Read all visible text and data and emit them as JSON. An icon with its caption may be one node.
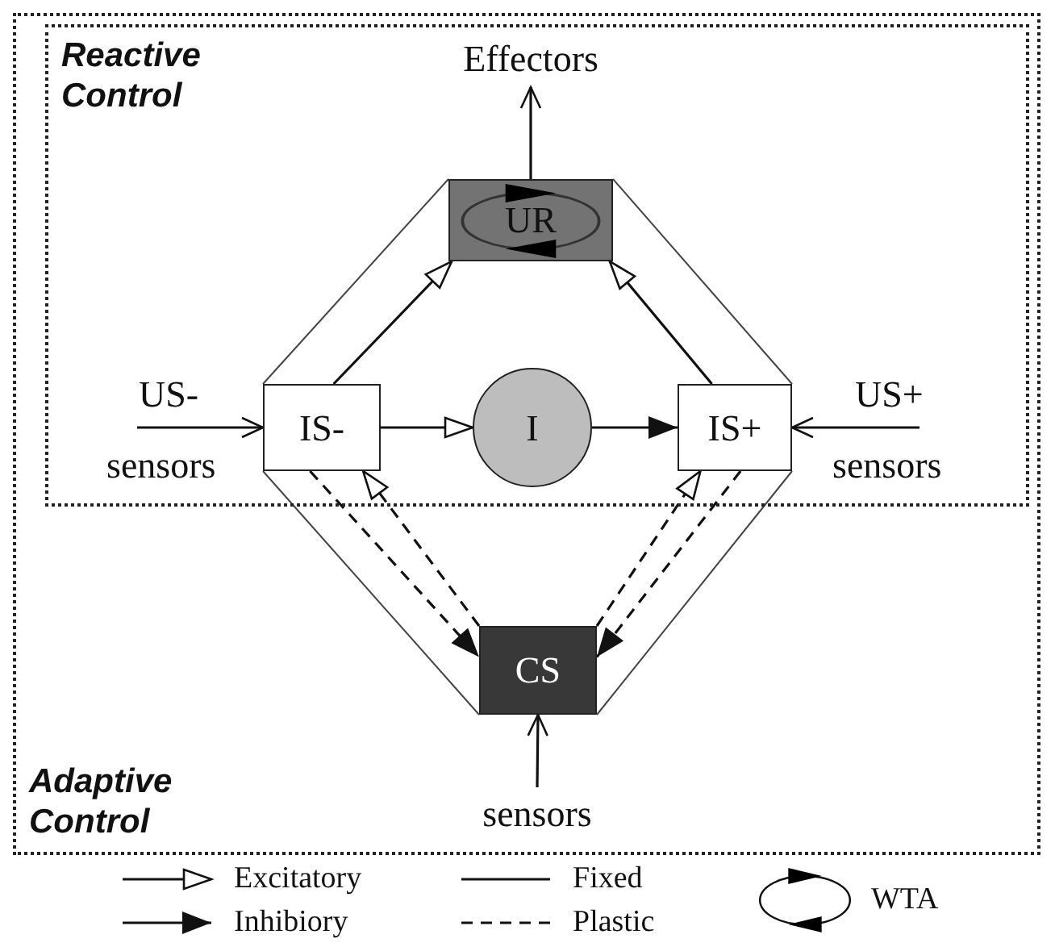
{
  "diagram": {
    "nodes": [
      {
        "text": [
          "Adaptive Control"
        ]
      },
      {
        "text": [
          "Reactive Control"
        ],
        "in": 0
      },
      {
        "text": [
          "Effectors"
        ],
        "in": 1
      },
      {
        "text": [
          "UR"
        ],
        "in": 1
      },
      {
        "text": [
          "IS-"
        ],
        "in": 1
      },
      {
        "text": [
          "I"
        ],
        "in": 1
      },
      {
        "text": [
          "IS+"
        ],
        "in": 1
      },
      {
        "text": [
          "CS"
        ],
        "in": 0
      },
      {
        "text": [
          "sensors"
        ],
        "in": 0
      }
    ],
    "edges": [
      {
        "from": 3,
        "to": 2,
        "arrow": "to"
      },
      {
        "from": null,
        "to": 4,
        "arrow": "to"
      },
      {
        "from": null,
        "to": 6,
        "arrow": "to"
      },
      {
        "from": 8,
        "to": 7,
        "arrow": "to"
      },
      {
        "from": 4,
        "to": 5,
        "arrow": "to"
      },
      {
        "from": 5,
        "to": 6,
        "arrow": "to"
      },
      {
        "from": 4,
        "to": 3,
        "arrow": "to"
      },
      {
        "from": 6,
        "to": 3,
        "arrow": "to"
      },
      {
        "from": 4,
        "to": 7,
        "arrow": "to",
        "style": "dashed"
      },
      {
        "from": 7,
        "to": 4,
        "arrow": "to",
        "style": "dashed"
      },
      {
        "from": 6,
        "to": 7,
        "arrow": "to",
        "style": "dashed"
      },
      {
        "from": 7,
        "to": 6,
        "arrow": "to",
        "style": "dashed"
      },
      {
        "from": 4,
        "to": 3,
        "arrow": "none"
      },
      {
        "from": 6,
        "to": 3,
        "arrow": "none"
      },
      {
        "from": 4,
        "to": 7,
        "arrow": "none"
      },
      {
        "from": 6,
        "to": 7,
        "arrow": "none"
      }
    ],
    "labels": [
      "US-",
      "US+",
      "sensors",
      "sensors"
    ],
    "legend": [
      {
        "text": "Excitatory"
      },
      {
        "text": "Inhibiory"
      },
      {
        "text": "Fixed"
      },
      {
        "text": "Plastic"
      },
      {
        "text": "WTA"
      }
    ]
  }
}
